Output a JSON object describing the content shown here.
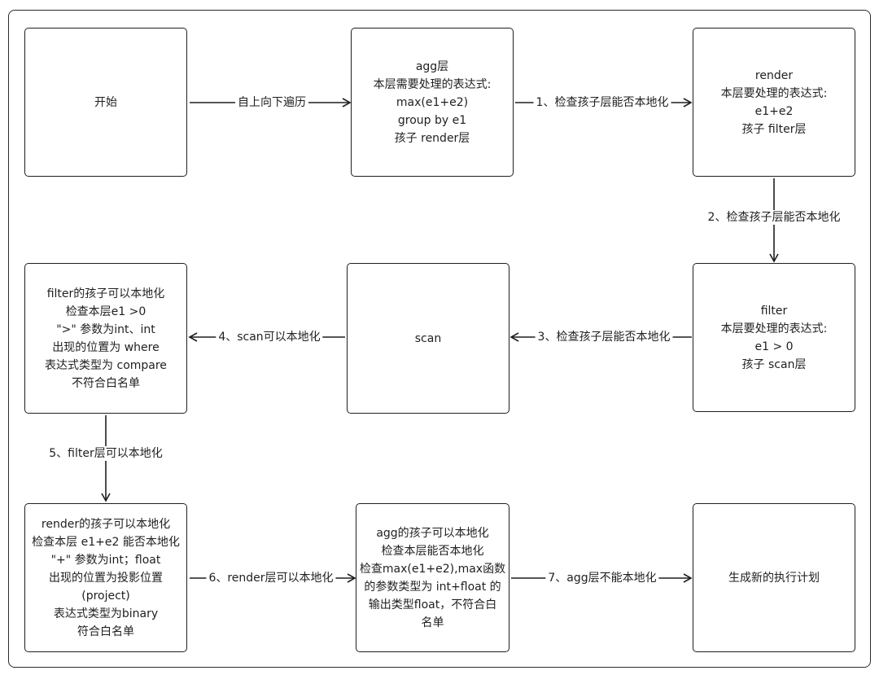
{
  "nodes": {
    "start": {
      "lines": [
        "开始"
      ]
    },
    "agg": {
      "lines": [
        "agg层",
        "本层需要处理的表达式:",
        "max(e1+e2)",
        "group by e1",
        "孩子 render层"
      ]
    },
    "render_top": {
      "lines": [
        "render",
        "本层要处理的表达式:",
        "e1+e2",
        "孩子 filter层"
      ]
    },
    "filter_desc": {
      "lines": [
        "filter的孩子可以本地化",
        "检查本层e1 >0",
        "\">\" 参数为int、int",
        "出现的位置为 where",
        "表达式类型为 compare",
        "不符合白名单"
      ]
    },
    "scan": {
      "lines": [
        "scan"
      ]
    },
    "filter_right": {
      "lines": [
        "filter",
        "本层要处理的表达式:",
        "e1 > 0",
        "孩子 scan层"
      ]
    },
    "render_desc": {
      "lines": [
        "render的孩子可以本地化",
        "检查本层 e1+e2 能否本地化",
        "\"+\" 参数为int；float",
        "出现的位置为投影位置",
        "(project)",
        "表达式类型为binary",
        "符合白名单"
      ]
    },
    "agg_desc": {
      "lines": [
        "agg的孩子可以本地化",
        "检查本层能否本地化",
        "检查max(e1+e2),max函数",
        "的参数类型为 int+float 的",
        "输出类型float，不符合白",
        "名单"
      ]
    },
    "new_plan": {
      "lines": [
        "生成新的执行计划"
      ]
    }
  },
  "edges": {
    "e_start_agg": "自上向下遍历",
    "e_agg_render": "1、检查孩子层能否本地化",
    "e_render_filter": "2、检查孩子层能否本地化",
    "e_filter_scan": "3、检查孩子层能否本地化",
    "e_scan_filterdesc": "4、scan可以本地化",
    "e_filterdesc_renderdesc": "5、filter层可以本地化",
    "e_renderdesc_aggdesc": "6、render层可以本地化",
    "e_aggdesc_newplan": "7、agg层不能本地化"
  }
}
